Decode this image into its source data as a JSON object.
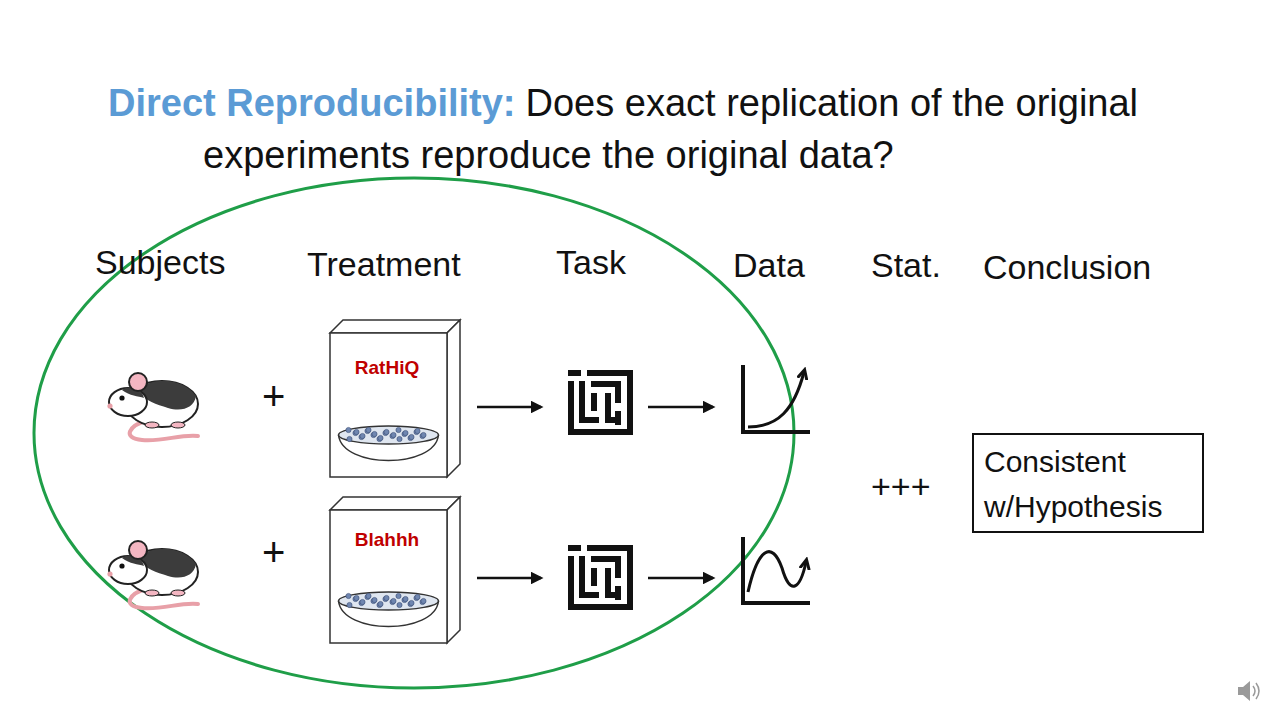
{
  "diagram": {
    "title": "Direct Reproducibility:",
    "nodes": [
      {
        "text": [
          "RatHiQ"
        ]
      },
      {
        "text": [
          "Blahhh"
        ]
      },
      {
        "text": [
          "Consistent w/Hypothesis"
        ]
      }
    ],
    "labels": [
      "Does exact replication of the original experiments reproduce the original data?",
      "Subjects",
      "Treatment",
      "Task",
      "Data",
      "Stat.",
      "Conclusion",
      "+",
      "+",
      "+++"
    ]
  }
}
